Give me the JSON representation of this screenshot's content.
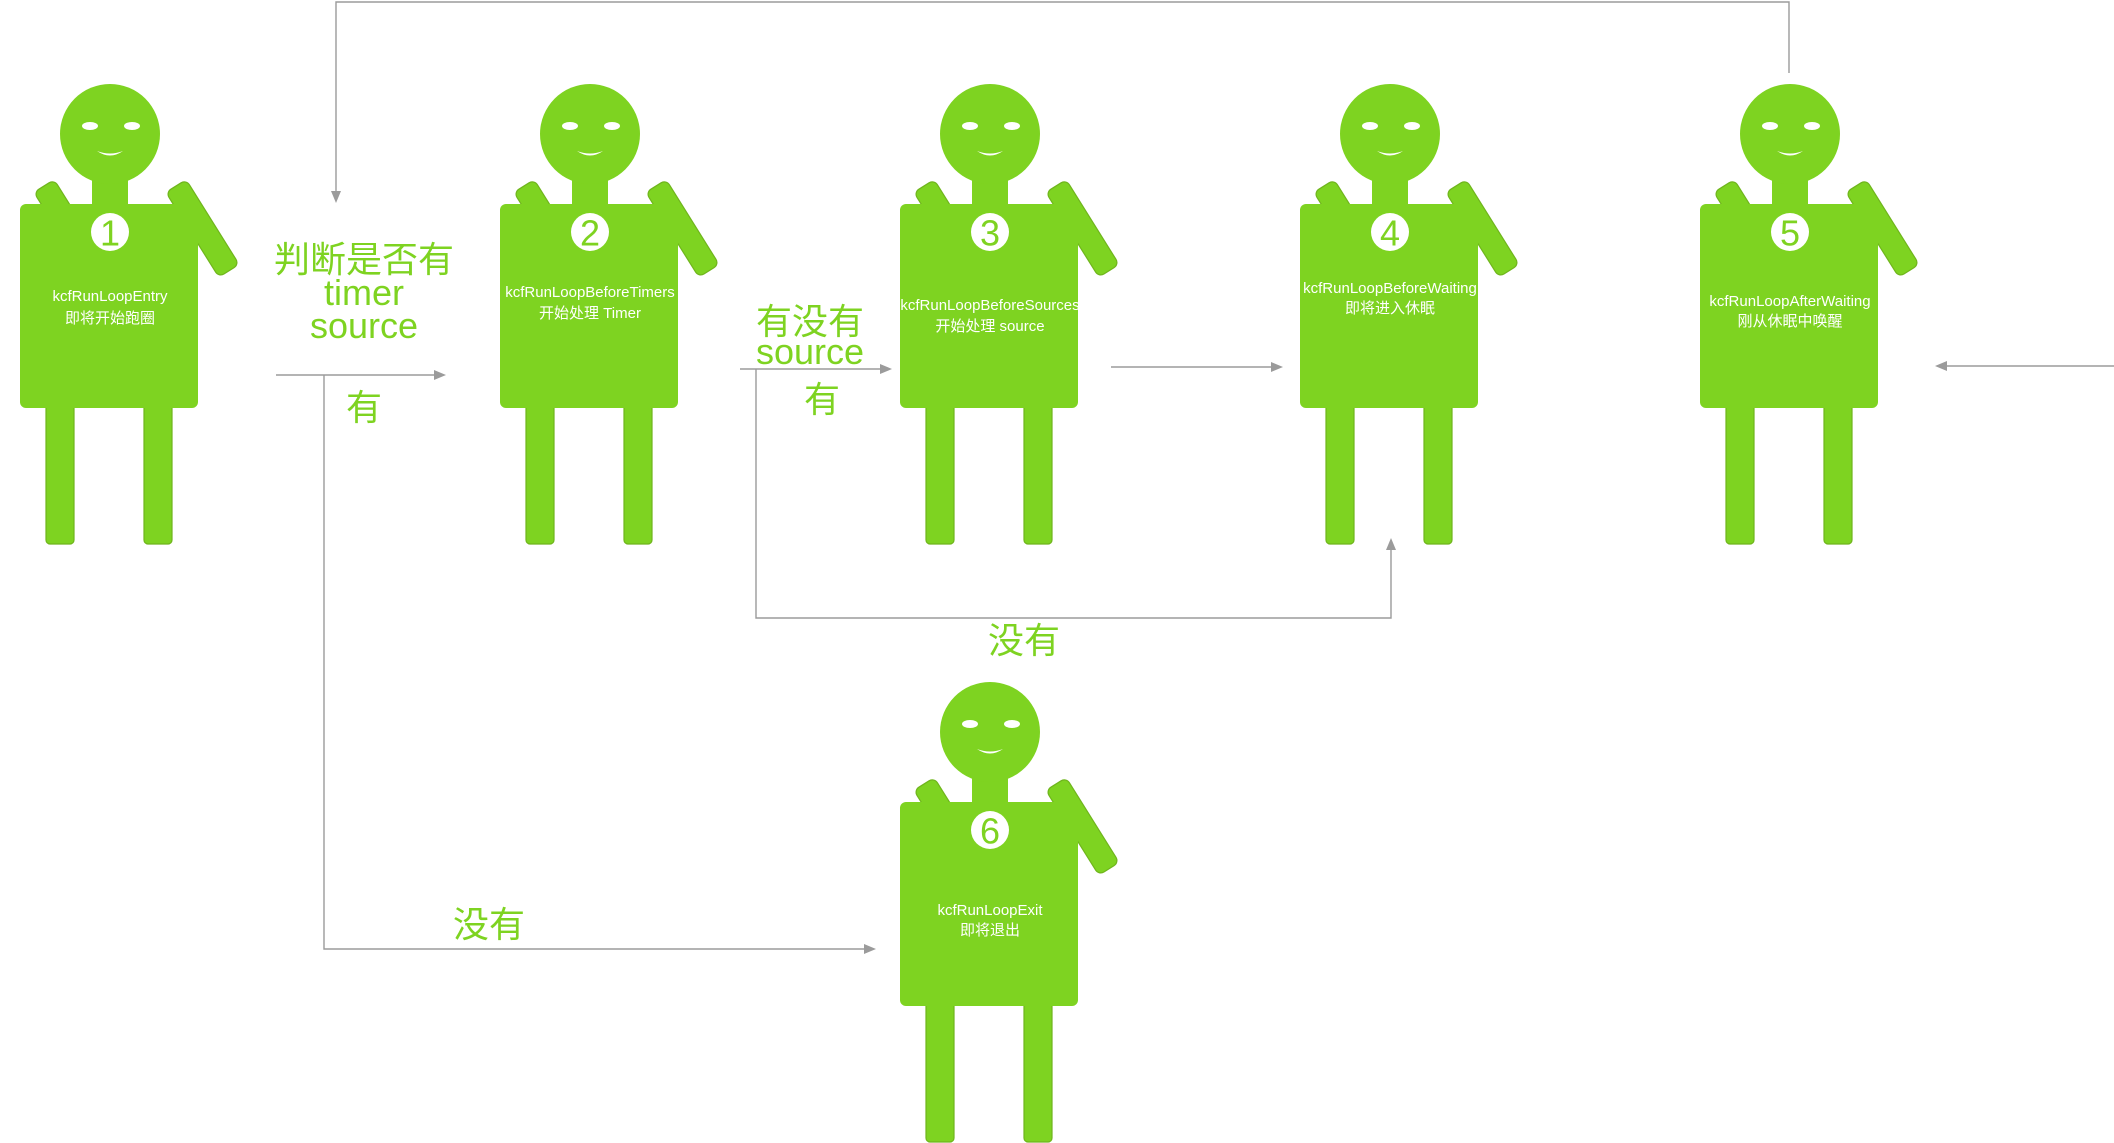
{
  "colors": {
    "robot": "#7ed321",
    "connector": "#9b9b9b",
    "label": "#7ed321",
    "text_on_robot": "#ffffff"
  },
  "stages": [
    {
      "number": "1",
      "name": "kcfRunLoopEntry",
      "desc": "即将开始跑圈"
    },
    {
      "number": "2",
      "name": "kcfRunLoopBeforeTimers",
      "desc": "开始处理 Timer"
    },
    {
      "number": "3",
      "name": "kcfRunLoopBeforeSources",
      "desc": "开始处理 source"
    },
    {
      "number": "4",
      "name": "kcfRunLoopBeforeWaiting",
      "desc": "即将进入休眠"
    },
    {
      "number": "5",
      "name": "kcfRunLoopAfterWaiting",
      "desc": "刚从休眠中唤醒"
    },
    {
      "number": "6",
      "name": "kcfRunLoopExit",
      "desc": "即将退出"
    }
  ],
  "conditions": {
    "timer_question": [
      "判断是否有",
      "timer",
      "source"
    ],
    "timer_yes": "有",
    "timer_no": "没有",
    "source_question": [
      "有没有",
      "source"
    ],
    "source_yes": "有",
    "source_no": "没有"
  }
}
